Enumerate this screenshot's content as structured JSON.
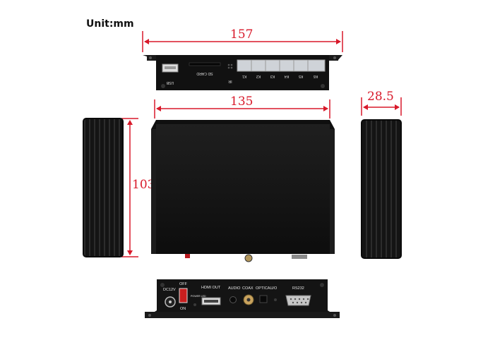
{
  "unit_label": "Unit:mm",
  "dimensions": {
    "width": "157",
    "body_width": "135",
    "height": "103",
    "depth": "28.5"
  },
  "front_panel": {
    "usb_label": "USB",
    "sd_label": "SD CARD",
    "ir_label": "IR",
    "keys": [
      "K1",
      "K2",
      "K3",
      "K4",
      "K5",
      "K6"
    ]
  },
  "back_panel": {
    "power_label": "DC12V",
    "switch_off": "OFF",
    "switch_on": "ON",
    "power_led": "POWER LED",
    "hdmi_label": "HDMI OUT",
    "audio_label": "AUDIO",
    "coax_label": "COAX",
    "optical_label": "OPTICAL",
    "io_label": "I/O",
    "rs232_label": "RS232"
  },
  "colors": {
    "dimension": "#d8192a",
    "device": "#161616"
  }
}
